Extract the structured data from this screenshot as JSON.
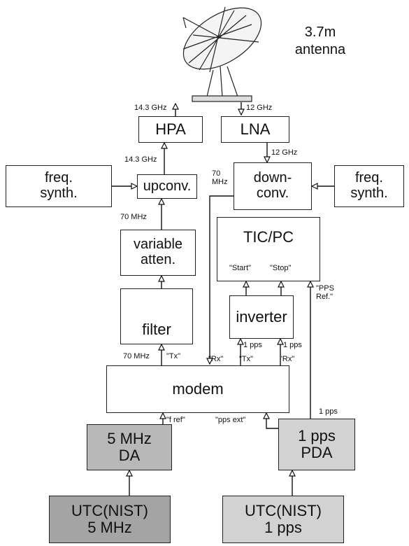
{
  "antenna": {
    "label": "3.7m\nantenna"
  },
  "blocks": {
    "hpa": "HPA",
    "lna": "LNA",
    "freq_synth_left": "freq.\nsynth.",
    "upconv": "upconv.",
    "downconv": "down-\nconv.",
    "freq_synth_right": "freq.\nsynth.",
    "variable_atten": "variable\natten.",
    "tic_pc": "TIC/PC",
    "filter": "filter",
    "inverter": "inverter",
    "modem": "modem",
    "da_5mhz": "5 MHz\nDA",
    "pda_1pps": "1 pps\nPDA",
    "utc_5mhz": "UTC(NIST)\n5 MHz",
    "utc_1pps": "UTC(NIST)\n1 pps"
  },
  "labels": {
    "hpa_out_freq": "14.3 GHz",
    "lna_in_freq": "12 GHz",
    "upconv_out_freq": "14.3 GHz",
    "lna_out_freq": "12 GHz",
    "downconv_out_freq": "70\nMHz",
    "atten_out_freq": "70 MHz",
    "tic_start": "\"Start\"",
    "tic_stop": "\"Stop\"",
    "pps_ref": "\"PPS\nRef.\"",
    "modem_tx_freq": "70 MHz",
    "modem_tx": "\"Tx\"",
    "modem_rx": "\"Rx\"",
    "inv_tx_pps": "1 pps",
    "inv_tx": "\"Tx\"",
    "inv_rx_pps": "1 pps",
    "inv_rx": "\"Rx\"",
    "pda_out_pps": "1 pps",
    "f_ref": "\"f ref\"",
    "pps_ext": "\"pps ext\""
  }
}
